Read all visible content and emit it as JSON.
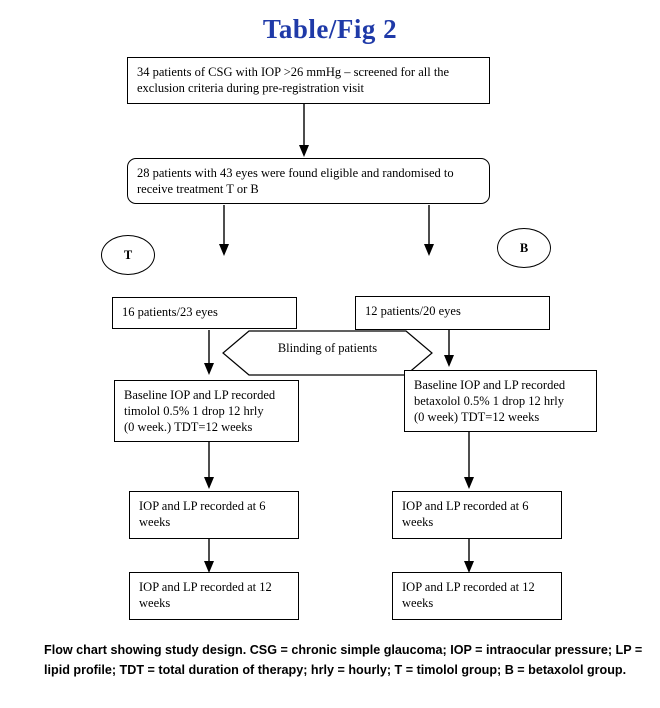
{
  "title": "Table/Fig 2",
  "colors": {
    "title": "#1F3AA8",
    "stroke": "#000000",
    "background": "#ffffff"
  },
  "nodes": {
    "screening": "34 patients of CSG with IOP >26 mmHg – screened for all the exclusion criteria during pre-registration visit",
    "randomisation": "28 patients with 43 eyes were found eligible and randomised to receive treatment T or B",
    "group_t_marker": "T",
    "group_b_marker": "B",
    "arm_left_count": "16 patients/23 eyes",
    "arm_right_count": "12 patients/20 eyes",
    "blinding": "Blinding of patients",
    "baseline_left": "Baseline IOP and LP recorded\ntimolol 0.5% 1 drop 12 hrly\n(0 week.) TDT=12 weeks",
    "baseline_right": "Baseline IOP and LP recorded\nbetaxolol 0.5% 1 drop 12 hrly\n(0 week) TDT=12 weeks",
    "week6_left": "IOP and LP recorded at 6\nweeks",
    "week6_right": "IOP and LP recorded at 6\nweeks",
    "week12_left": "IOP and LP recorded at 12\nweeks",
    "week12_right": "IOP and LP recorded at 12\nweeks"
  },
  "caption": "Flow chart showing study design. CSG = chronic simple glaucoma; IOP = intraocular pressure; LP = lipid profile; TDT = total duration of therapy; hrly = hourly; T = timolol group; B = betaxolol group."
}
